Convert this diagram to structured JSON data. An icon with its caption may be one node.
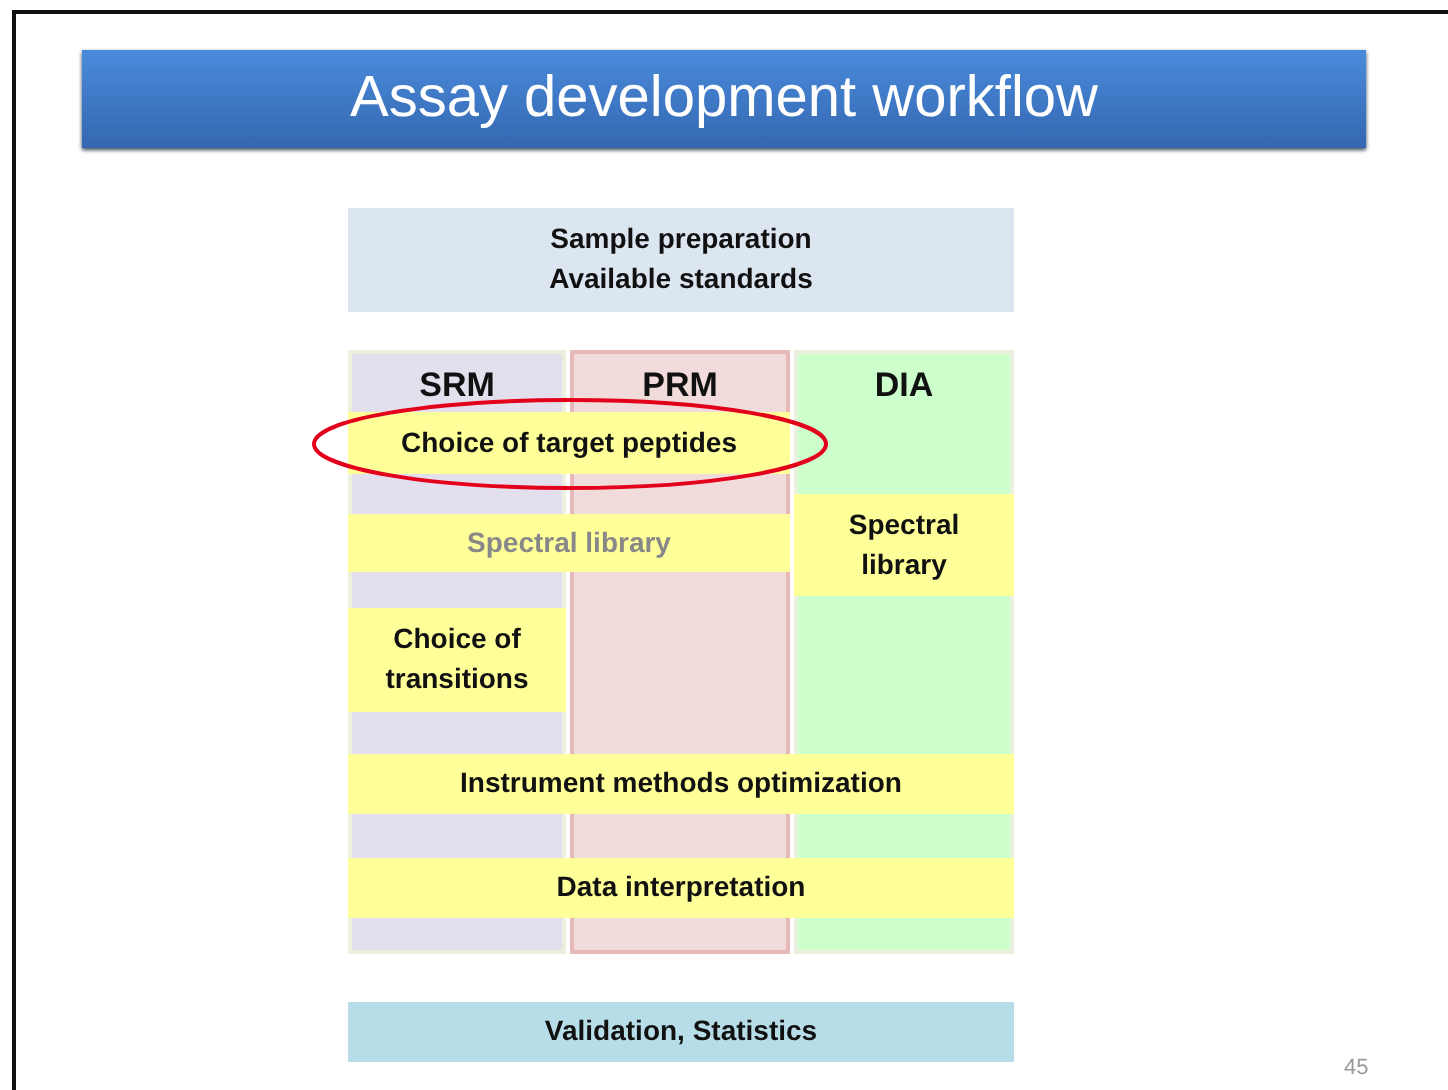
{
  "diagram": {
    "title": "Assay development workflow",
    "nodes": [
      {
        "text": [
          "Sample preparation",
          "Available standards"
        ]
      },
      {
        "text": [
          "SRM"
        ]
      },
      {
        "text": [
          "PRM"
        ]
      },
      {
        "text": [
          "DIA"
        ]
      },
      {
        "text": [
          "Choice of target peptides"
        ]
      },
      {
        "text": [
          "Spectral library"
        ]
      },
      {
        "text": [
          "Spectral library"
        ],
        "in": 3
      },
      {
        "text": [
          "Choice of transitions"
        ],
        "in": 1
      },
      {
        "text": [
          "Instrument methods optimization"
        ]
      },
      {
        "text": [
          "Data interpretation"
        ]
      },
      {
        "text": [
          "Validation, Statistics"
        ]
      }
    ],
    "labels": [
      "45"
    ]
  }
}
